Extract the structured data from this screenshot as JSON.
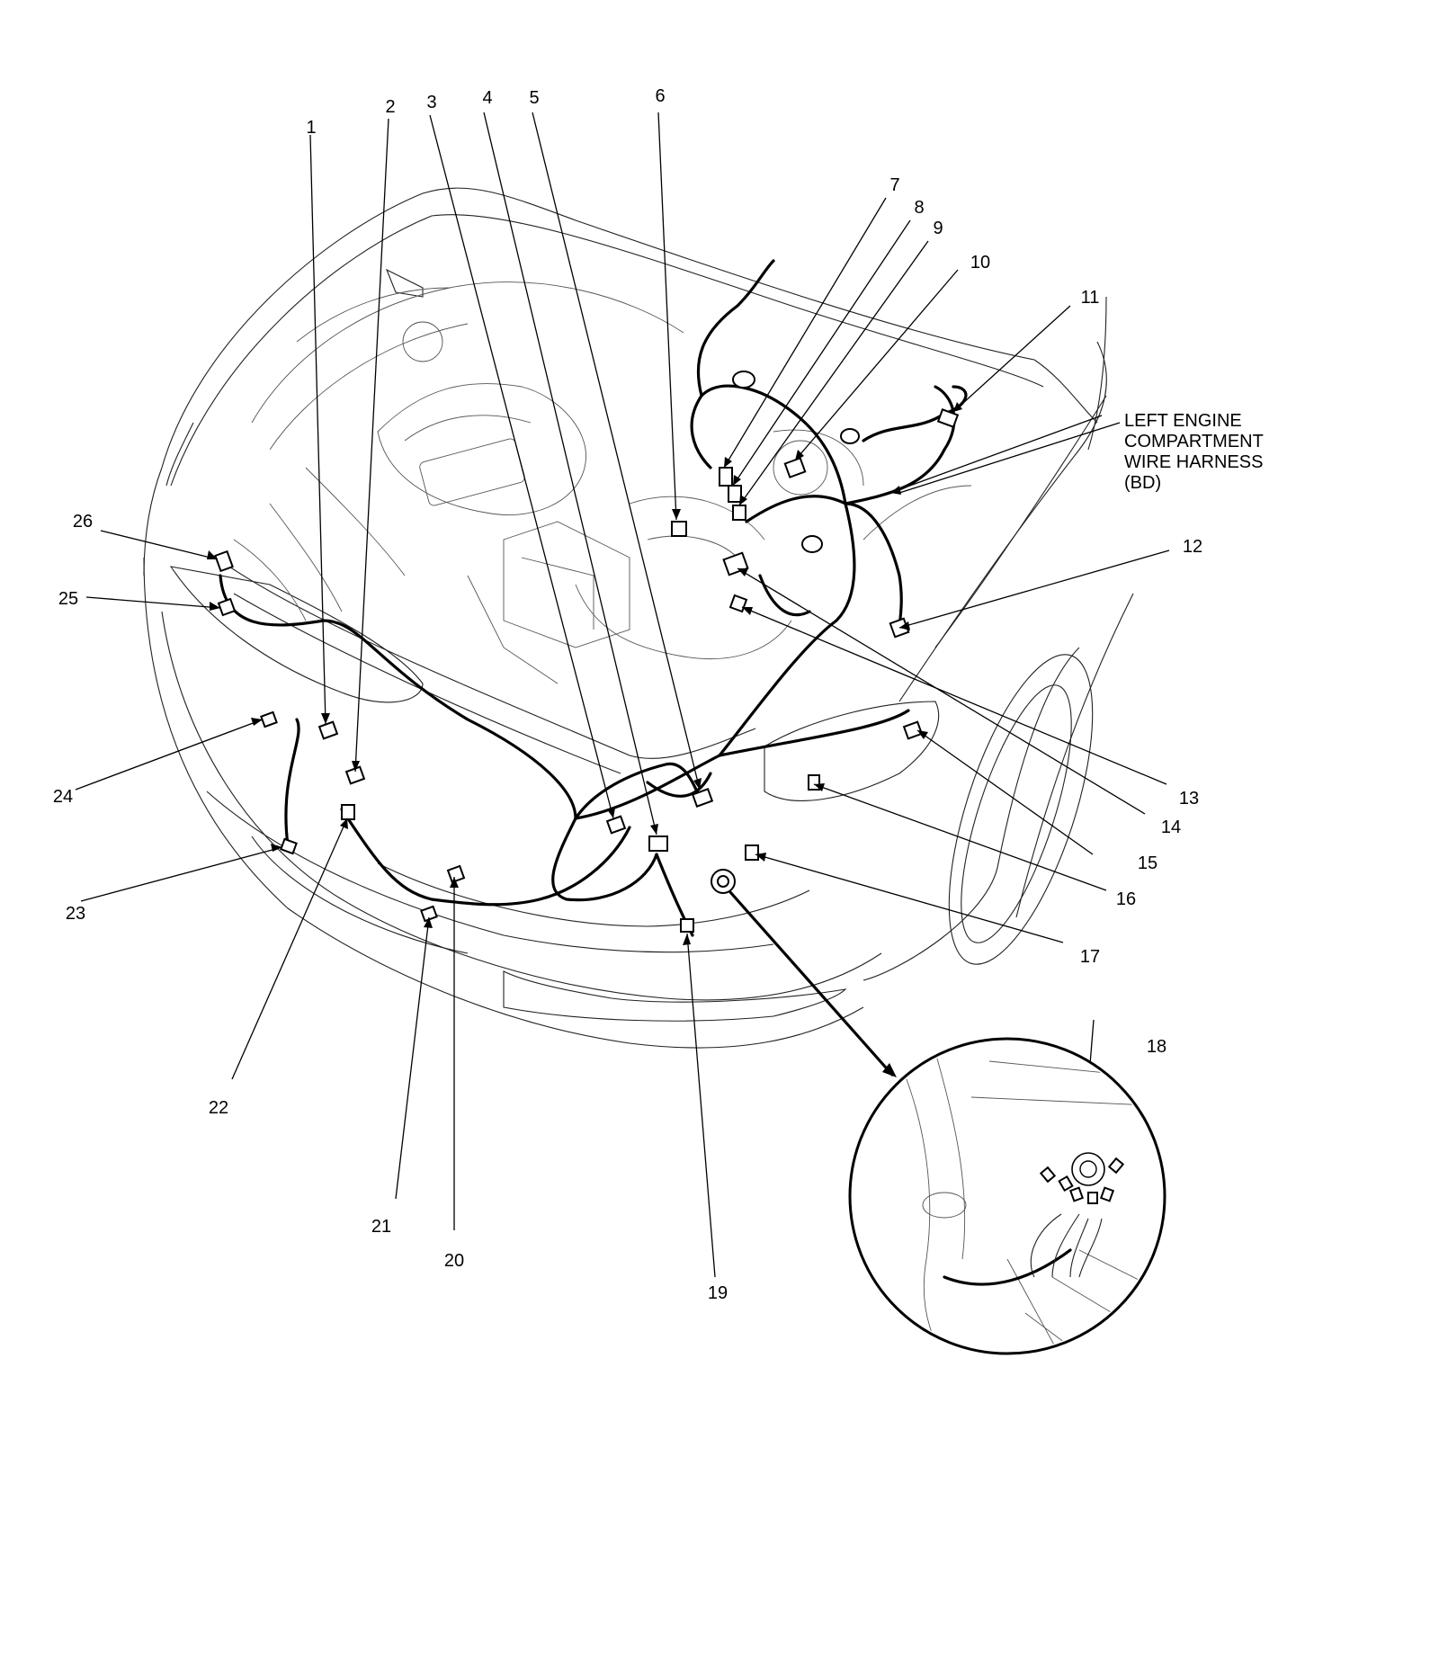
{
  "callouts": [
    {
      "id": "1",
      "label": "1"
    },
    {
      "id": "2",
      "label": "2"
    },
    {
      "id": "3",
      "label": "3"
    },
    {
      "id": "4",
      "label": "4"
    },
    {
      "id": "5",
      "label": "5"
    },
    {
      "id": "6",
      "label": "6"
    },
    {
      "id": "7",
      "label": "7"
    },
    {
      "id": "8",
      "label": "8"
    },
    {
      "id": "9",
      "label": "9"
    },
    {
      "id": "10",
      "label": "10"
    },
    {
      "id": "11",
      "label": "11"
    },
    {
      "id": "12",
      "label": "12"
    },
    {
      "id": "13",
      "label": "13"
    },
    {
      "id": "14",
      "label": "14"
    },
    {
      "id": "15",
      "label": "15"
    },
    {
      "id": "16",
      "label": "16"
    },
    {
      "id": "17",
      "label": "17"
    },
    {
      "id": "18",
      "label": "18"
    },
    {
      "id": "19",
      "label": "19"
    },
    {
      "id": "20",
      "label": "20"
    },
    {
      "id": "21",
      "label": "21"
    },
    {
      "id": "22",
      "label": "22"
    },
    {
      "id": "23",
      "label": "23"
    },
    {
      "id": "24",
      "label": "24"
    },
    {
      "id": "25",
      "label": "25"
    },
    {
      "id": "26",
      "label": "26"
    }
  ],
  "harness_label": {
    "lines": [
      "LEFT ENGINE",
      "COMPARTMENT",
      "WIRE HARNESS",
      "(BD)"
    ]
  }
}
